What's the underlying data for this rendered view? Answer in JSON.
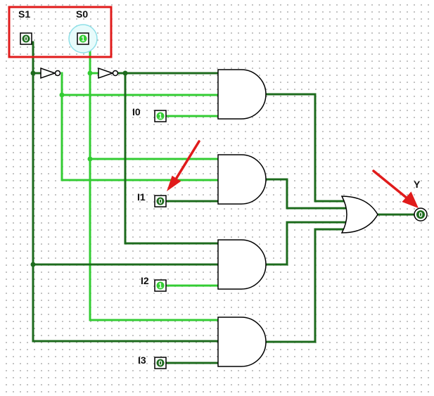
{
  "inputs": [
    {
      "label": "S1",
      "value": "0"
    },
    {
      "label": "S0",
      "value": "1"
    },
    {
      "label": "I0",
      "value": "1"
    },
    {
      "label": "I1",
      "value": "0"
    },
    {
      "label": "I2",
      "value": "1"
    },
    {
      "label": "I3",
      "value": "0"
    }
  ],
  "output": {
    "label": "Y",
    "value": "0"
  },
  "colors": {
    "wire_on": "#33cc33",
    "wire_off": "#1d6b1d",
    "highlight_box": "#e01b1b",
    "arrow": "#e01b1b",
    "gate_outline": "#000000"
  }
}
